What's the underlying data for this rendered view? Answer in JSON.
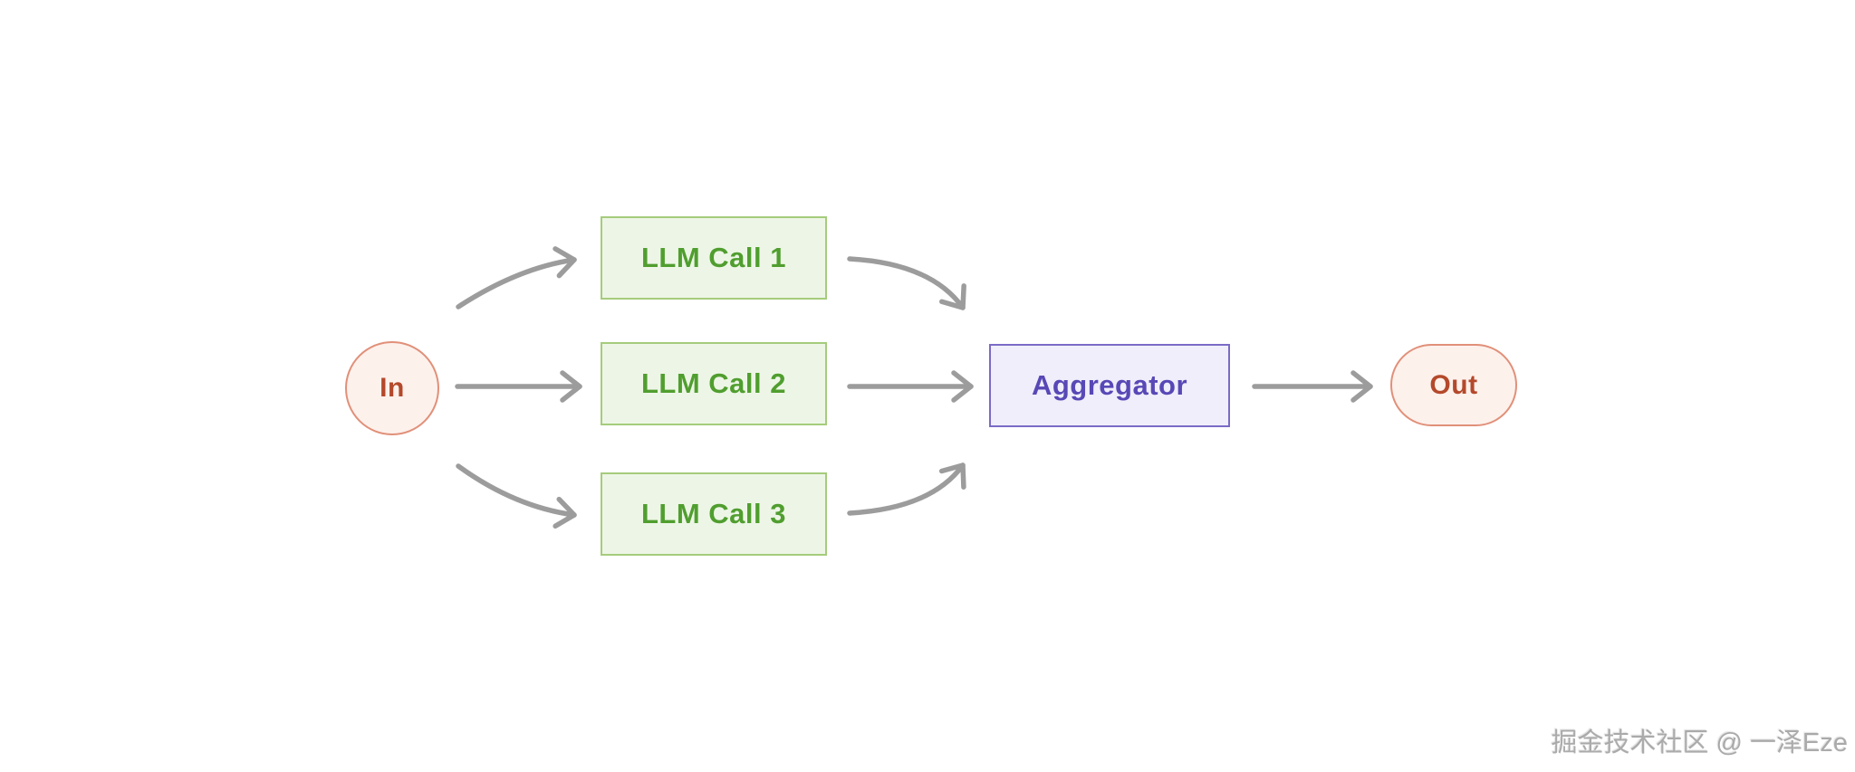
{
  "diagram": {
    "title": "parallelization-workflow",
    "nodes": {
      "in": {
        "label": "In",
        "shape": "circle",
        "theme": "pink"
      },
      "llm_call_1": {
        "label": "LLM Call 1",
        "shape": "rect",
        "theme": "green"
      },
      "llm_call_2": {
        "label": "LLM Call 2",
        "shape": "rect",
        "theme": "green"
      },
      "llm_call_3": {
        "label": "LLM Call 3",
        "shape": "rect",
        "theme": "green"
      },
      "aggregator": {
        "label": "Aggregator",
        "shape": "rect",
        "theme": "purple"
      },
      "out": {
        "label": "Out",
        "shape": "pill",
        "theme": "pink"
      }
    },
    "edges": [
      {
        "from": "in",
        "to": "llm_call_1",
        "style": "curved"
      },
      {
        "from": "in",
        "to": "llm_call_2",
        "style": "straight"
      },
      {
        "from": "in",
        "to": "llm_call_3",
        "style": "curved"
      },
      {
        "from": "llm_call_1",
        "to": "aggregator",
        "style": "curved"
      },
      {
        "from": "llm_call_2",
        "to": "aggregator",
        "style": "straight"
      },
      {
        "from": "llm_call_3",
        "to": "aggregator",
        "style": "curved"
      },
      {
        "from": "aggregator",
        "to": "out",
        "style": "straight"
      }
    ]
  },
  "colors": {
    "background": "#ffffff",
    "arrow": "#9c9c9c",
    "green_fill": "#edf6e6",
    "green_border": "#a5cc7c",
    "green_text": "#509e2f",
    "purple_fill": "#efeefa",
    "purple_border": "#7b6bc6",
    "purple_text": "#5848b6",
    "pink_fill": "#fdf1ec",
    "pink_border": "#e19079",
    "pink_text": "#b4492b"
  },
  "watermark": {
    "text": "掘金技术社区 @ 一泽Eze"
  }
}
